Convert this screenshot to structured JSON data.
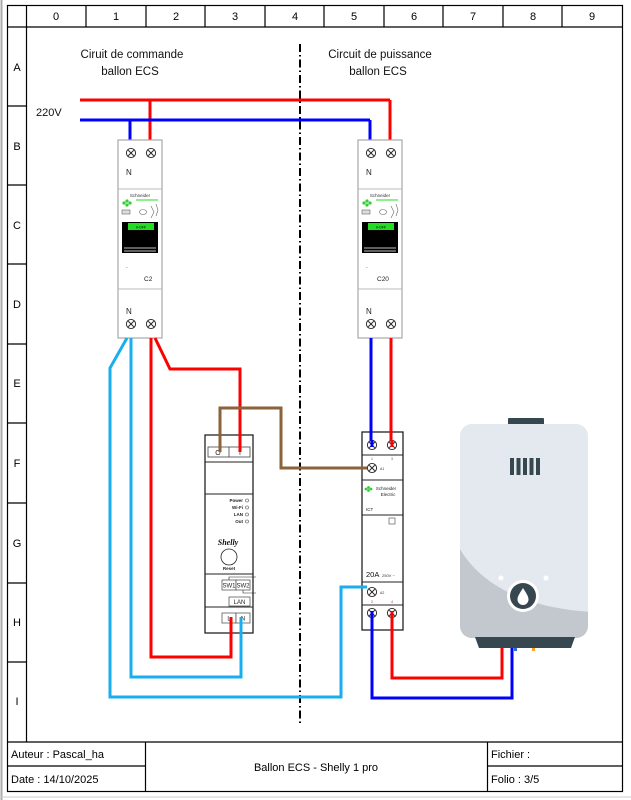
{
  "grid": {
    "columns": [
      "0",
      "1",
      "2",
      "3",
      "4",
      "5",
      "6",
      "7",
      "8",
      "9"
    ],
    "rows": [
      "A",
      "B",
      "C",
      "D",
      "E",
      "F",
      "G",
      "H",
      "I"
    ]
  },
  "sections": {
    "command": {
      "line1": "Ciruit de commande",
      "line2": "ballon ECS"
    },
    "power": {
      "line1": "Circuit de puissance",
      "line2": "ballon ECS"
    }
  },
  "supply": {
    "label": "220V"
  },
  "breaker_command": {
    "neutral_top": "N",
    "brand": "Schneider",
    "handle_label": "0-OFF",
    "dash": "-",
    "rating": "C2",
    "neutral_bottom": "N"
  },
  "breaker_power": {
    "neutral_top": "N",
    "brand": "Schneider",
    "handle_label": "0-OFF",
    "dash": "-",
    "rating": "C20",
    "neutral_bottom": "N"
  },
  "shelly": {
    "terminal_out": "O",
    "terminal_in": "I",
    "leds": [
      "Power",
      "Wi-Fi",
      "LAN",
      "Out"
    ],
    "logo": "Shelly",
    "reset": "Reset",
    "sw1": "SW1",
    "sw2": "SW2",
    "lan": "LAN",
    "terminal_l": "L",
    "terminal_n": "N"
  },
  "contactor": {
    "t1": "1",
    "t3": "3",
    "a1": "A1",
    "brand_line1": "Schneider",
    "brand_line2": "Electric",
    "model": "ICT",
    "rating": "20A",
    "voltage": "250V ~",
    "a2": "A2",
    "t2": "2",
    "t4": "4"
  },
  "title_block": {
    "author": "Auteur : Pascal_ha",
    "date": "Date : 14/10/2025",
    "title": "Ballon ECS - Shelly 1 pro",
    "file": "Fichier :",
    "folio": "Folio : 3/5"
  },
  "colors": {
    "phase": "#ff0000",
    "neutral": "#0000ff",
    "neutral_light": "#19aef0",
    "control": "#8b6239",
    "breaker_green": "#22dd22",
    "heater_body": "#e4e8ef",
    "heater_lower": "#c3c8ce",
    "heater_dark": "#37474f"
  }
}
